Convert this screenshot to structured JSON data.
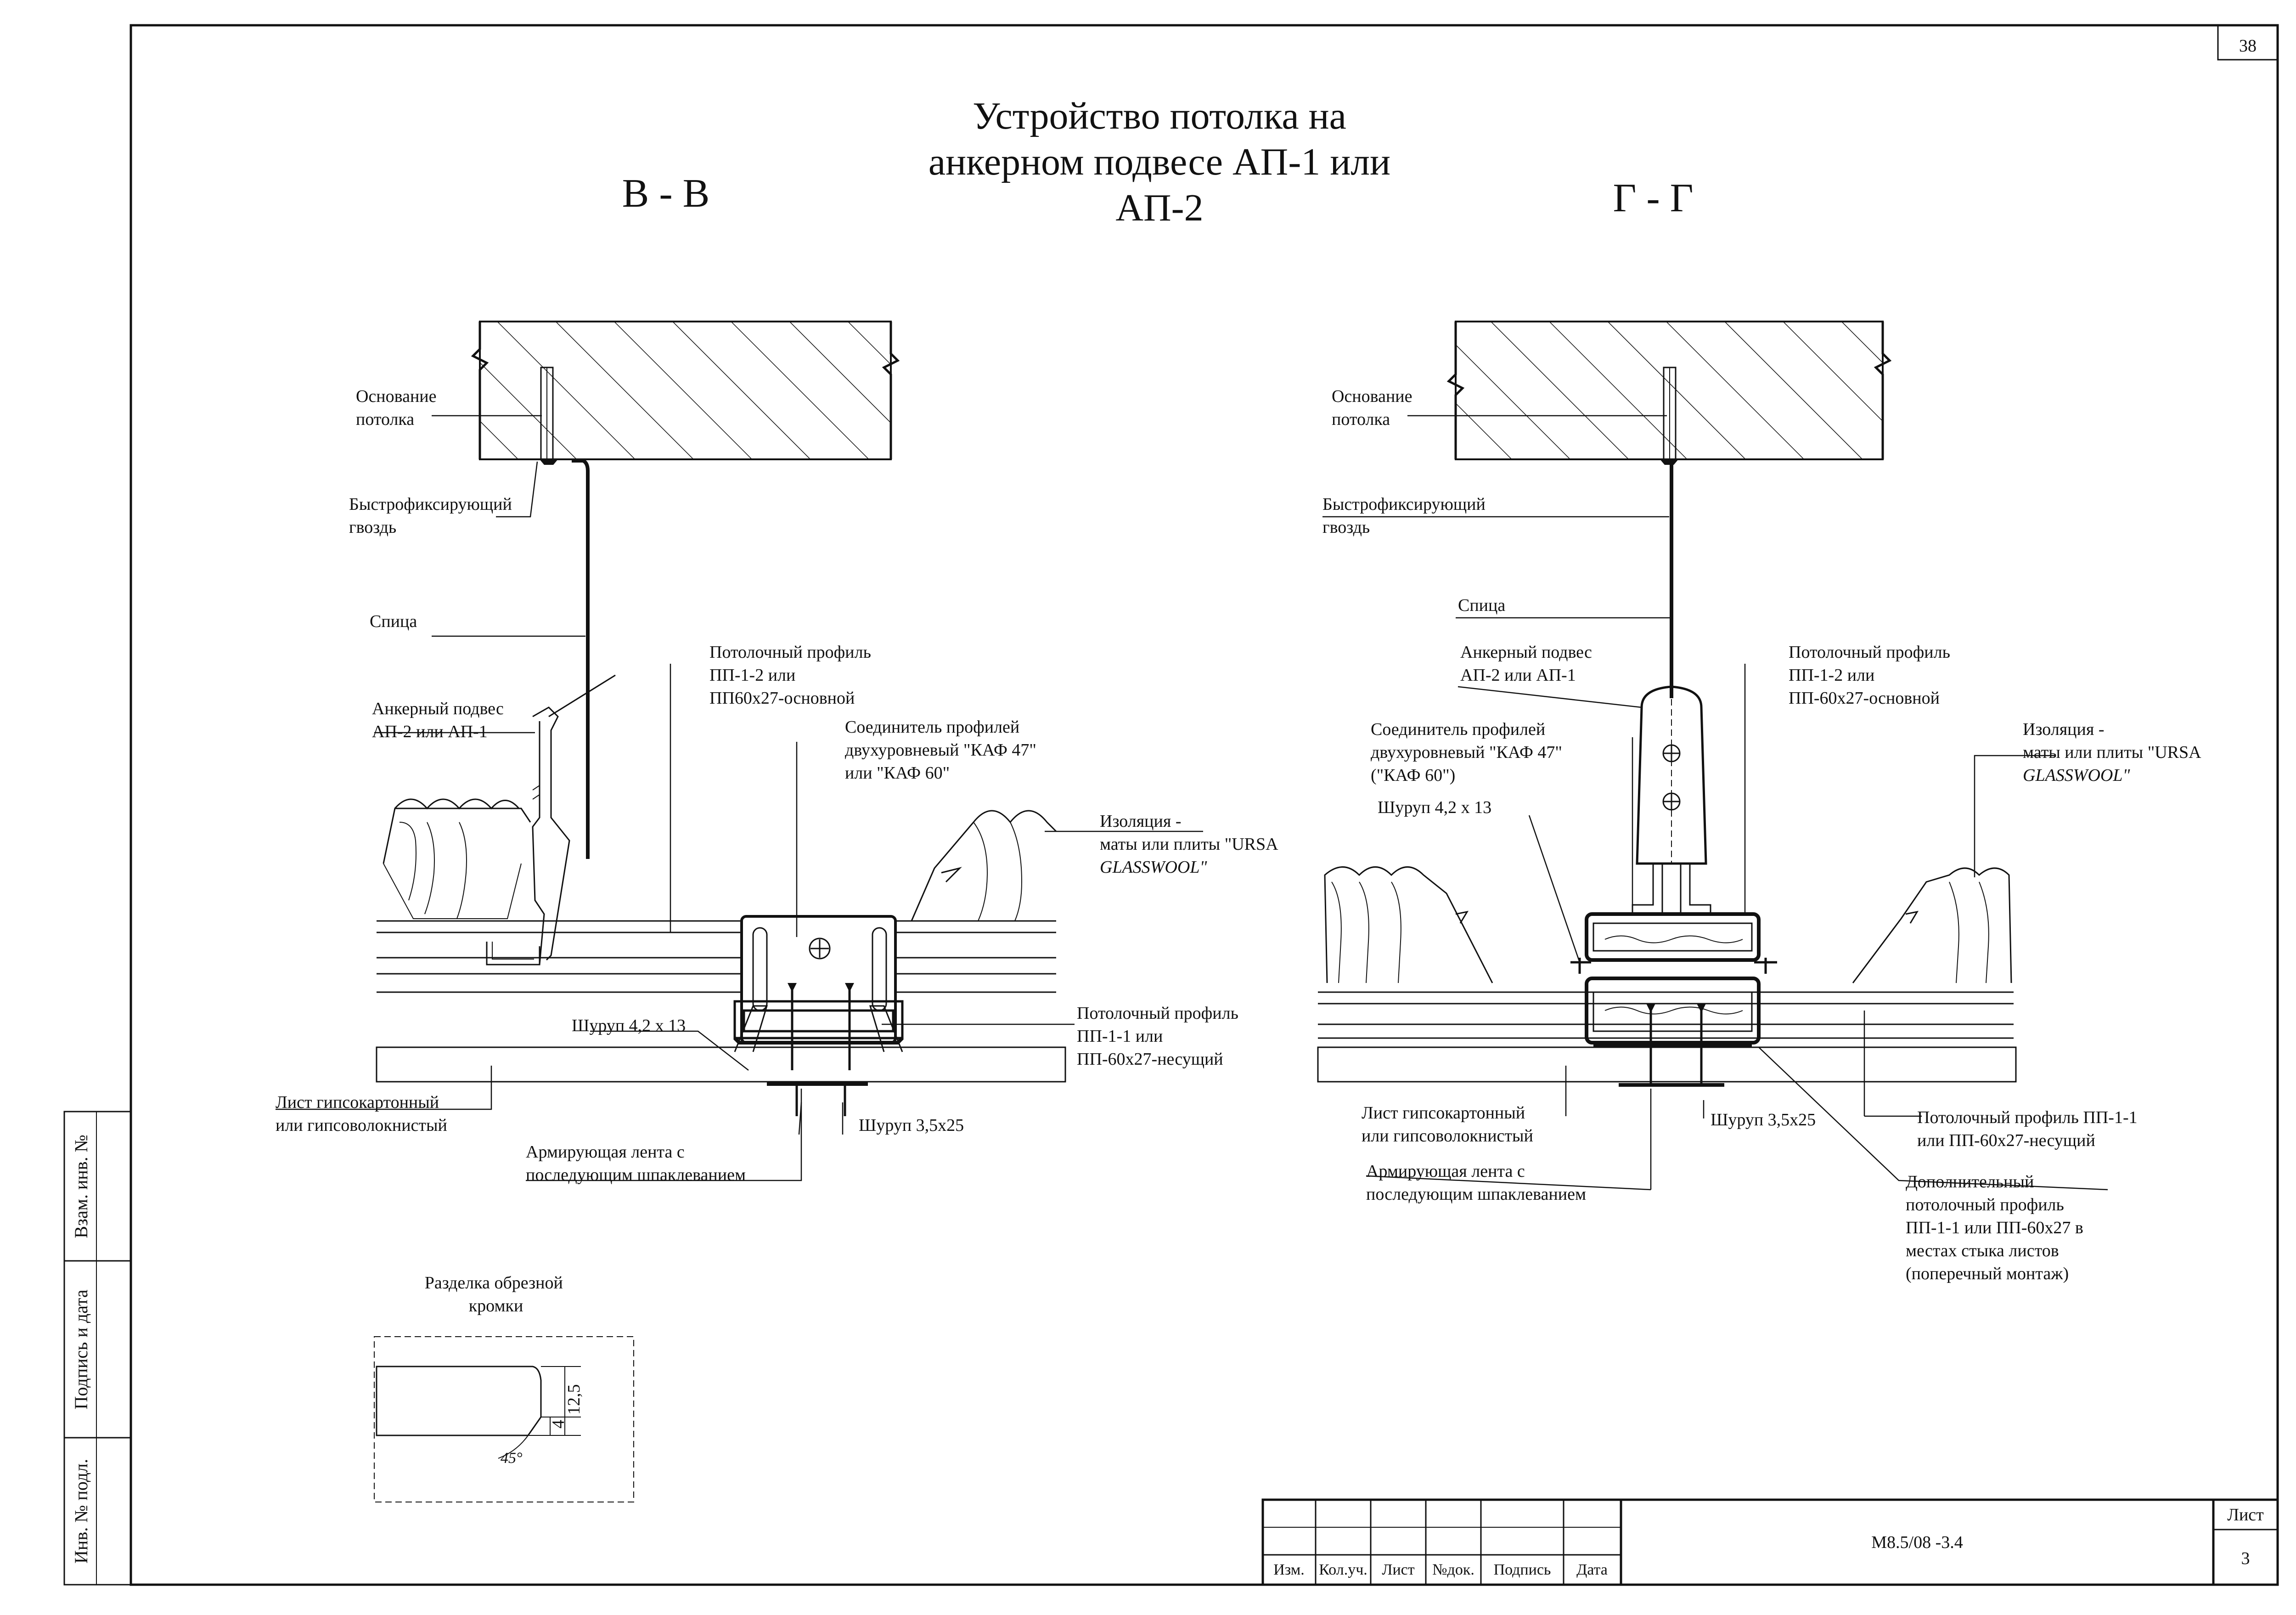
{
  "sheet": {
    "page_number": "38",
    "title_lines": [
      "Устройство потолка на",
      "анкерном подвесе АП-1 или",
      "АП-2"
    ],
    "section_left": "В - В",
    "section_right": "Г - Г"
  },
  "left": {
    "base": [
      "Основание",
      "потолка"
    ],
    "nail": [
      "Быстрофиксирующий",
      "гвоздь"
    ],
    "rod": "Спица",
    "hanger": [
      "Анкерный подвес",
      "АП-2 или АП-1"
    ],
    "main_profile": [
      "Потолочный профиль",
      "ПП-1-2  или",
      "ПП60х27-основной"
    ],
    "connector": [
      "Соединитель профилей",
      "двухуровневый \"КАФ 47\"",
      "или \"КАФ 60\""
    ],
    "insulation": [
      "Изоляция -",
      "маты или плиты \"URSA",
      "GLASSWOOL\""
    ],
    "screw_top": "Шуруп 4,2 х 13",
    "bearing_profile": [
      "Потолочный профиль",
      "ПП-1-1 или",
      "ПП-60х27-несущий"
    ],
    "board": [
      "Лист гипсокартонный",
      "или гипсоволокнистый"
    ],
    "screw_bottom": "Шуруп 3,5х25",
    "tape": [
      "Армирующая лента с",
      "последующим шпаклеванием"
    ]
  },
  "right": {
    "base": [
      "Основание",
      "потолка"
    ],
    "nail": [
      "Быстрофиксирующий",
      "гвоздь"
    ],
    "rod": "Спица",
    "hanger": [
      "Анкерный подвес",
      "АП-2 или АП-1"
    ],
    "main_profile": [
      "Потолочный профиль",
      "ПП-1-2 или",
      "ПП-60х27-основной"
    ],
    "connector": [
      "Соединитель профилей",
      "двухуровневый \"КАФ 47\"",
      "(\"КАФ 60\")"
    ],
    "insulation": [
      "Изоляция -",
      "маты или плиты \"URSA",
      "GLASSWOOL\""
    ],
    "screw_top": "Шуруп 4,2 х 13",
    "board": [
      "Лист гипсокартонный",
      "или гипсоволокнистый"
    ],
    "screw_bottom": "Шуруп 3,5х25",
    "bearing_profile": [
      "Потолочный профиль ПП-1-1",
      "или ПП-60х27-несущий"
    ],
    "tape": [
      "Армирующая лента с",
      "последующим шпаклеванием"
    ],
    "extra_profile": [
      "Дополнительный",
      "потолочный профиль",
      "ПП-1-1 или ПП-60х27 в",
      "местах стыка листов",
      "(поперечный монтаж)"
    ]
  },
  "detail": {
    "title": [
      "Разделка обрезной",
      "кромки"
    ],
    "dim_a": "4",
    "dim_b": "12,5",
    "angle": "45°"
  },
  "side_stamps": [
    "Взам. инв. №",
    "Подпись и дата",
    "Инв. № подл."
  ],
  "title_block": {
    "headers": [
      "Изм.",
      "Кол.уч.",
      "Лист",
      "№док.",
      "Подпись",
      "Дата"
    ],
    "code": "М8.5/08 -3.4",
    "sheet_label": "Лист",
    "sheet_number": "3"
  }
}
